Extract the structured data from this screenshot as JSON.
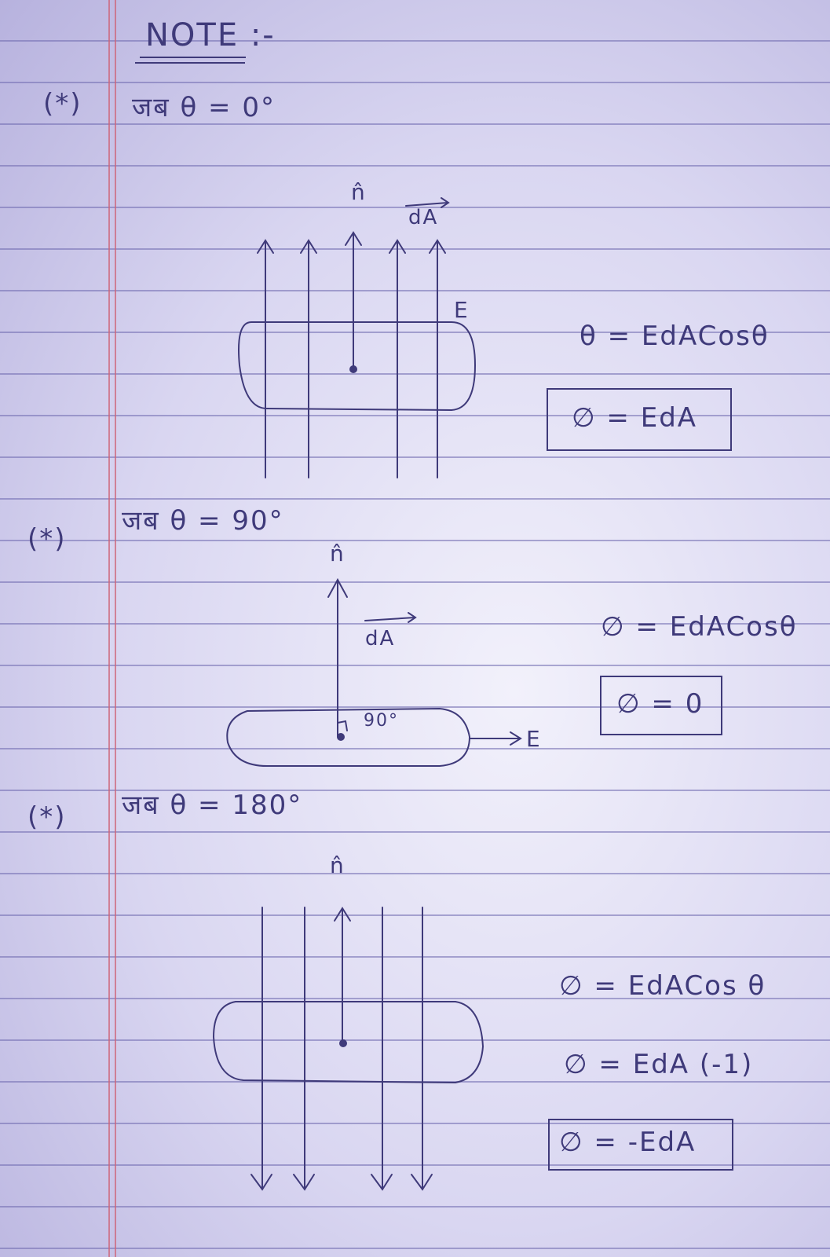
{
  "title": "NOTE :-",
  "bullet": "(*)",
  "sections": [
    {
      "condition": "जब θ = 0°",
      "labels": {
        "n": "n̂",
        "dA": "dA",
        "E": "E"
      },
      "equations": [
        "θ = EdACosθ"
      ],
      "result": "∅ = EdA"
    },
    {
      "condition": "जब θ = 90°",
      "labels": {
        "n": "n̂",
        "dA": "dA",
        "E": "E",
        "angle": "90°"
      },
      "equations": [
        "∅ = EdACosθ"
      ],
      "result": "∅ = 0"
    },
    {
      "condition": "जब θ = 180°",
      "labels": {
        "n": "n̂"
      },
      "equations": [
        "∅ = EdACos θ",
        "∅ = EdA (-1)"
      ],
      "result": "∅ = -EdA"
    }
  ],
  "colors": {
    "ink": "#3f3a7a",
    "rules": "#6e69af",
    "margin": "#cd6478",
    "paper": "#d9d6f1"
  }
}
